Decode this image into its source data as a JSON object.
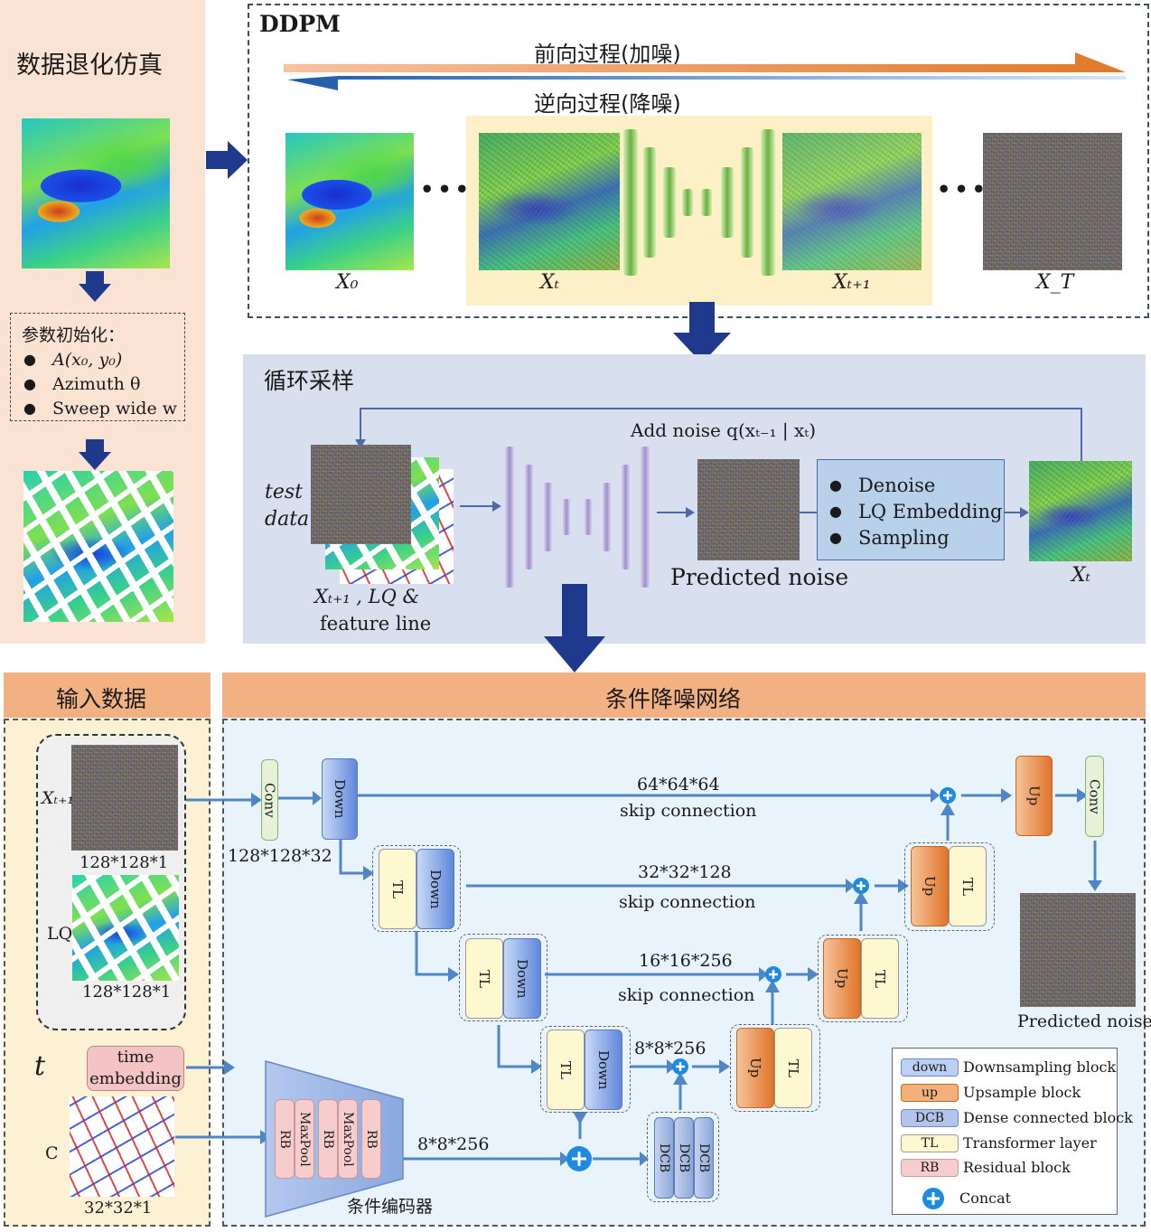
{
  "left_panel": {
    "title": "数据退化仿真",
    "params_title": "参数初始化：",
    "params": [
      "A(x₀,  y₀)",
      "Azimuth θ",
      "Sweep wide w"
    ]
  },
  "ddpm": {
    "title": "DDPM",
    "forward_label": "前向过程(加噪)",
    "reverse_label": "逆向过程(降噪)",
    "dots": "•••",
    "labels": [
      "X₀",
      "Xₜ",
      "Xₜ₊₁",
      "X_T"
    ]
  },
  "loop": {
    "title": "循环采样",
    "test_data": "test\ndata",
    "add_noise": "Add noise  q(xₜ₋₁ | xₜ)",
    "input_label_1": "Xₜ₊₁ ,  LQ &",
    "input_label_2": "feature line",
    "predicted_noise": "Predicted noise",
    "steps": [
      "Denoise",
      "LQ Embedding",
      "Sampling"
    ],
    "output_label": "Xₜ"
  },
  "input_panel": {
    "title": "输入数据",
    "x_label": "Xₜ₊₁",
    "x_size": "128*128*1",
    "lq_label": "LQ",
    "lq_size": "128*128*1",
    "t_label": "t",
    "time_embedding": "time embedding",
    "c_label": "C",
    "c_size": "32*32*1"
  },
  "network": {
    "title": "条件降噪网络",
    "conv": "Conv",
    "down": "Down",
    "up": "Up",
    "tl": "TL",
    "rb": "RB",
    "maxpool": "MaxPool",
    "dcb": "DCB",
    "conv_size": "128*128*32",
    "skip1_size": "64*64*64",
    "skip2_size": "32*32*128",
    "skip3_size": "16*16*256",
    "bottom_size": "8*8*256",
    "encoder_size": "8*8*256",
    "skip_label": "skip connection",
    "encoder_label": "条件编码器",
    "output_label": "Predicted noise"
  },
  "legend": [
    {
      "abbr": "down",
      "desc": "Downsampling block",
      "color": "#9db6ea"
    },
    {
      "abbr": "up",
      "desc": "Upsample block",
      "color": "#f0a060"
    },
    {
      "abbr": "DCB",
      "desc": "Dense connected block",
      "color": "#a8bce6"
    },
    {
      "abbr": "TL",
      "desc": "Transformer layer",
      "color": "#fdf8cf"
    },
    {
      "abbr": "RB",
      "desc": "Residual block",
      "color": "#f6cccc"
    },
    {
      "abbr": "",
      "desc": "Concat",
      "color": "#1e8be0"
    }
  ]
}
